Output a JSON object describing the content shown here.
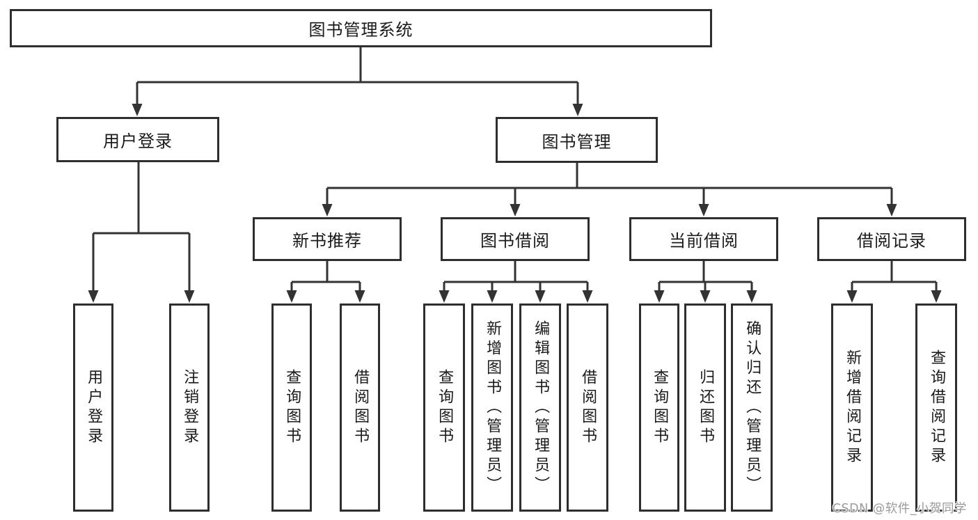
{
  "diagram": {
    "root": {
      "label": "图书管理系统"
    },
    "level2": [
      {
        "label": "用户登录"
      },
      {
        "label": "图书管理"
      }
    ],
    "level3": [
      {
        "label": "新书推荐"
      },
      {
        "label": "图书借阅"
      },
      {
        "label": "当前借阅"
      },
      {
        "label": "借阅记录"
      }
    ],
    "leaves": {
      "user_login": [
        {
          "label": "用户登录"
        },
        {
          "label": "注销登录"
        }
      ],
      "new_book": [
        {
          "label": "查询图书"
        },
        {
          "label": "借阅图书"
        }
      ],
      "book_borrow": [
        {
          "label": "查询图书"
        },
        {
          "label": "新增图书（管理员）"
        },
        {
          "label": "编辑图书（管理员）"
        },
        {
          "label": "借阅图书"
        }
      ],
      "current_borrow": [
        {
          "label": "查询图书"
        },
        {
          "label": "归还图书"
        },
        {
          "label": "确认归还（管理员）"
        }
      ],
      "borrow_record": [
        {
          "label": "新增借阅记录"
        },
        {
          "label": "查询借阅记录"
        }
      ]
    },
    "colors": {
      "line": "#333333",
      "box_border": "#2e2e2e",
      "text": "#1a1a1a",
      "background": "#ffffff",
      "watermark": "#9b9b9b"
    }
  },
  "watermark": {
    "text": "CSDN @软件_小贺同学"
  }
}
